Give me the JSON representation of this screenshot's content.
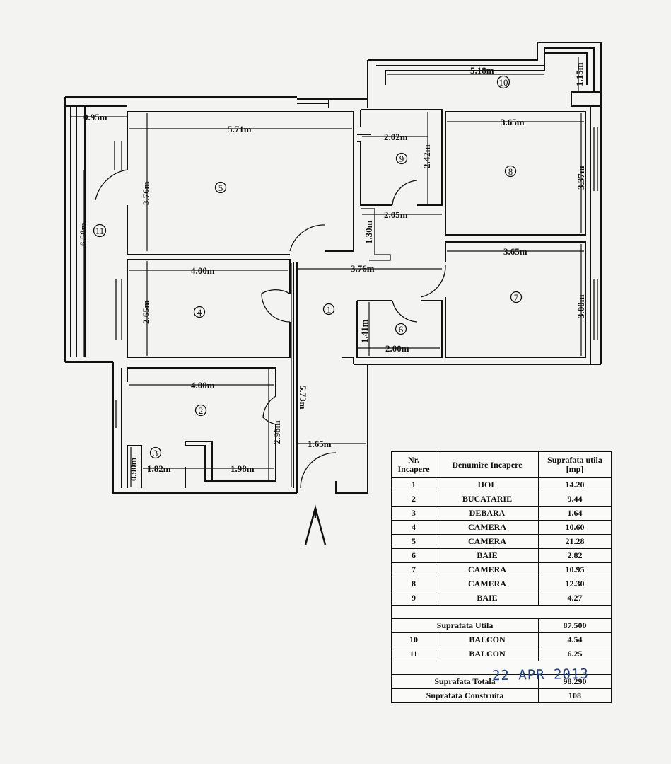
{
  "floor_plan": {
    "dimensions": {
      "balcony_10_width": "5.18m",
      "balcony_10_depth": "1.15m",
      "balcony_11_width": "0.95m",
      "balcony_11_length": "6.58m",
      "room_5_width": "5.71m",
      "room_5_depth": "3.76m",
      "room_9_width": "2.02m",
      "room_9_depth": "2.42m",
      "room_9_lower_width": "2.05m",
      "room_9_lower_depth": "1.30m",
      "room_8_width": "3.65m",
      "room_8_depth": "3.37m",
      "hall_width": "3.76m",
      "room_7_width": "3.65m",
      "room_7_depth": "3.00m",
      "room_4_width": "4.00m",
      "room_4_depth": "2.65m",
      "room_6_width": "2.00m",
      "room_6_depth": "1.41m",
      "hall_length": "5.73m",
      "room_2_width": "4.00m",
      "room_2_depth": "2.96m",
      "hall_entry_width": "1.65m",
      "room_3_depth": "0.90m",
      "room_3_width": "1.82m",
      "room_2_lower_width": "1.98m"
    },
    "room_numbers": [
      "1",
      "2",
      "3",
      "4",
      "5",
      "6",
      "7",
      "8",
      "9",
      "10",
      "11"
    ],
    "north_arrow": "north-arrow-icon"
  },
  "table": {
    "headers": [
      "Nr. Incapere",
      "Denumire Incapere",
      "Suprafata utila [mp]"
    ],
    "rooms": [
      {
        "nr": "1",
        "name": "HOL",
        "area": "14.20"
      },
      {
        "nr": "2",
        "name": "BUCATARIE",
        "area": "9.44"
      },
      {
        "nr": "3",
        "name": "DEBARA",
        "area": "1.64"
      },
      {
        "nr": "4",
        "name": "CAMERA",
        "area": "10.60"
      },
      {
        "nr": "5",
        "name": "CAMERA",
        "area": "21.28"
      },
      {
        "nr": "6",
        "name": "BAIE",
        "area": "2.82"
      },
      {
        "nr": "7",
        "name": "CAMERA",
        "area": "10.95"
      },
      {
        "nr": "8",
        "name": "CAMERA",
        "area": "12.30"
      },
      {
        "nr": "9",
        "name": "BAIE",
        "area": "4.27"
      }
    ],
    "utila_label": "Suprafata Utila",
    "utila_value": "87.500",
    "balconies": [
      {
        "nr": "10",
        "name": "BALCON",
        "area": "4.54"
      },
      {
        "nr": "11",
        "name": "BALCON",
        "area": "6.25"
      }
    ],
    "totala_label": "Suprafata Totala",
    "totala_value": "98.290",
    "construita_label": "Suprafata Construita",
    "construita_value": "108"
  },
  "stamp": "22 APR 2013"
}
